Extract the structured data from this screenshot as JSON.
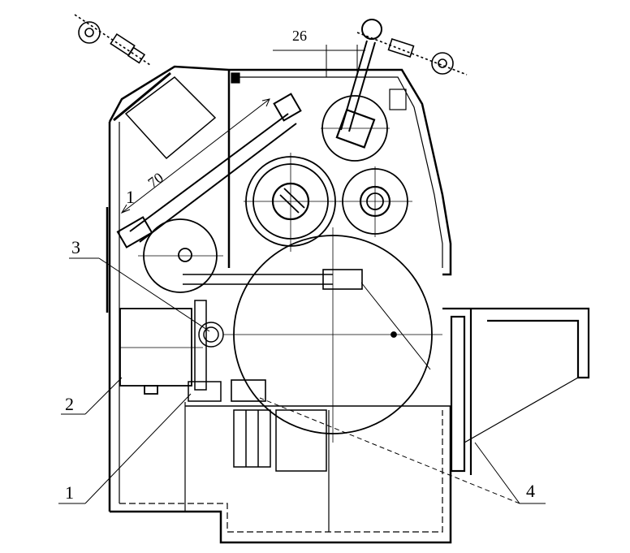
{
  "dimensions": {
    "top_gap": "26",
    "diagonal": "70"
  },
  "labels": {
    "one_top": "1",
    "one_bottom": "1",
    "two": "2",
    "three": "3",
    "four": "4"
  },
  "colors": {
    "ink": "#000000",
    "paper": "#ffffff"
  }
}
